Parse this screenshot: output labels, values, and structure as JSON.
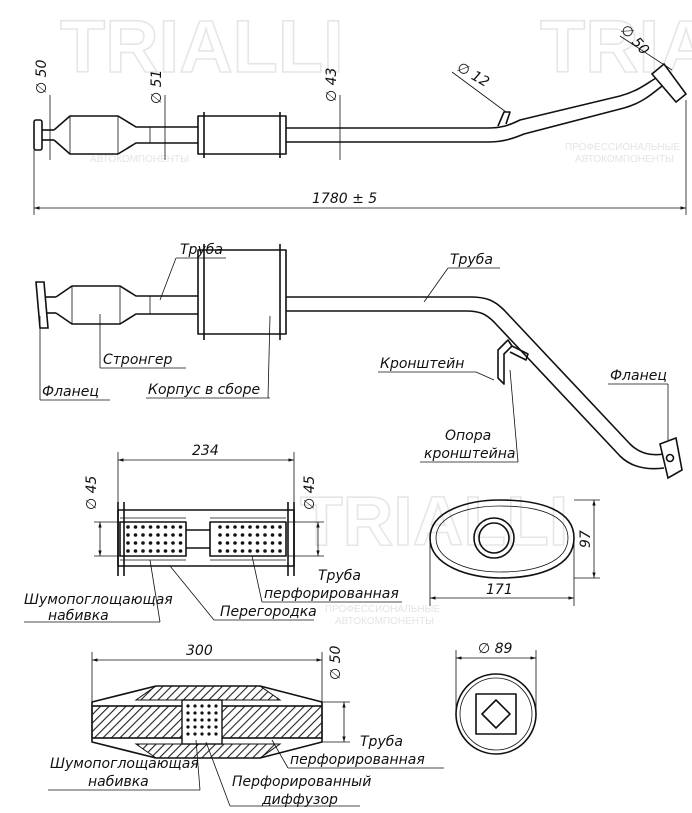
{
  "watermark": {
    "logo": "TRIALLI",
    "slogan_line1": "ПРОФЕССИОНАЛЬНЫЕ",
    "slogan_line2": "АВТОКОМПОНЕНТЫ"
  },
  "top_view": {
    "dim_d50_left": "∅ 50",
    "dim_d51": "∅ 51",
    "dim_d43": "∅ 43",
    "dim_d12": "∅ 12",
    "dim_d50_right": "∅ 50",
    "total_length": "1780 ± 5"
  },
  "labels": {
    "pipe_top": "Труба",
    "pipe_right": "Труба",
    "stronger": "Стронгер",
    "flange_left": "Фланец",
    "body_assembly": "Корпус в сборе",
    "bracket": "Кронштейн",
    "bracket_support_1": "Опора",
    "bracket_support_2": "кронштейна",
    "flange_right": "Фланец"
  },
  "muffler_section": {
    "dim_length": "234",
    "dim_d45_left": "∅ 45",
    "dim_d45_right": "∅ 45",
    "perf_pipe_1": "Труба",
    "perf_pipe_2": "перфорированная",
    "absorbing_1": "Шумопоглощающая",
    "absorbing_2": "набивка",
    "partition": "Перегородка"
  },
  "oval_view": {
    "dim_width": "171",
    "dim_height": "97"
  },
  "converter_section": {
    "dim_length": "300",
    "dim_d50": "∅ 50",
    "perf_pipe_1": "Труба",
    "perf_pipe_2": "перфорированная",
    "absorbing_1": "Шумопоглощающая",
    "absorbing_2": "набивка",
    "diffuser_1": "Перфорированный",
    "diffuser_2": "диффузор"
  },
  "round_view": {
    "dim_diameter": "∅ 89"
  }
}
